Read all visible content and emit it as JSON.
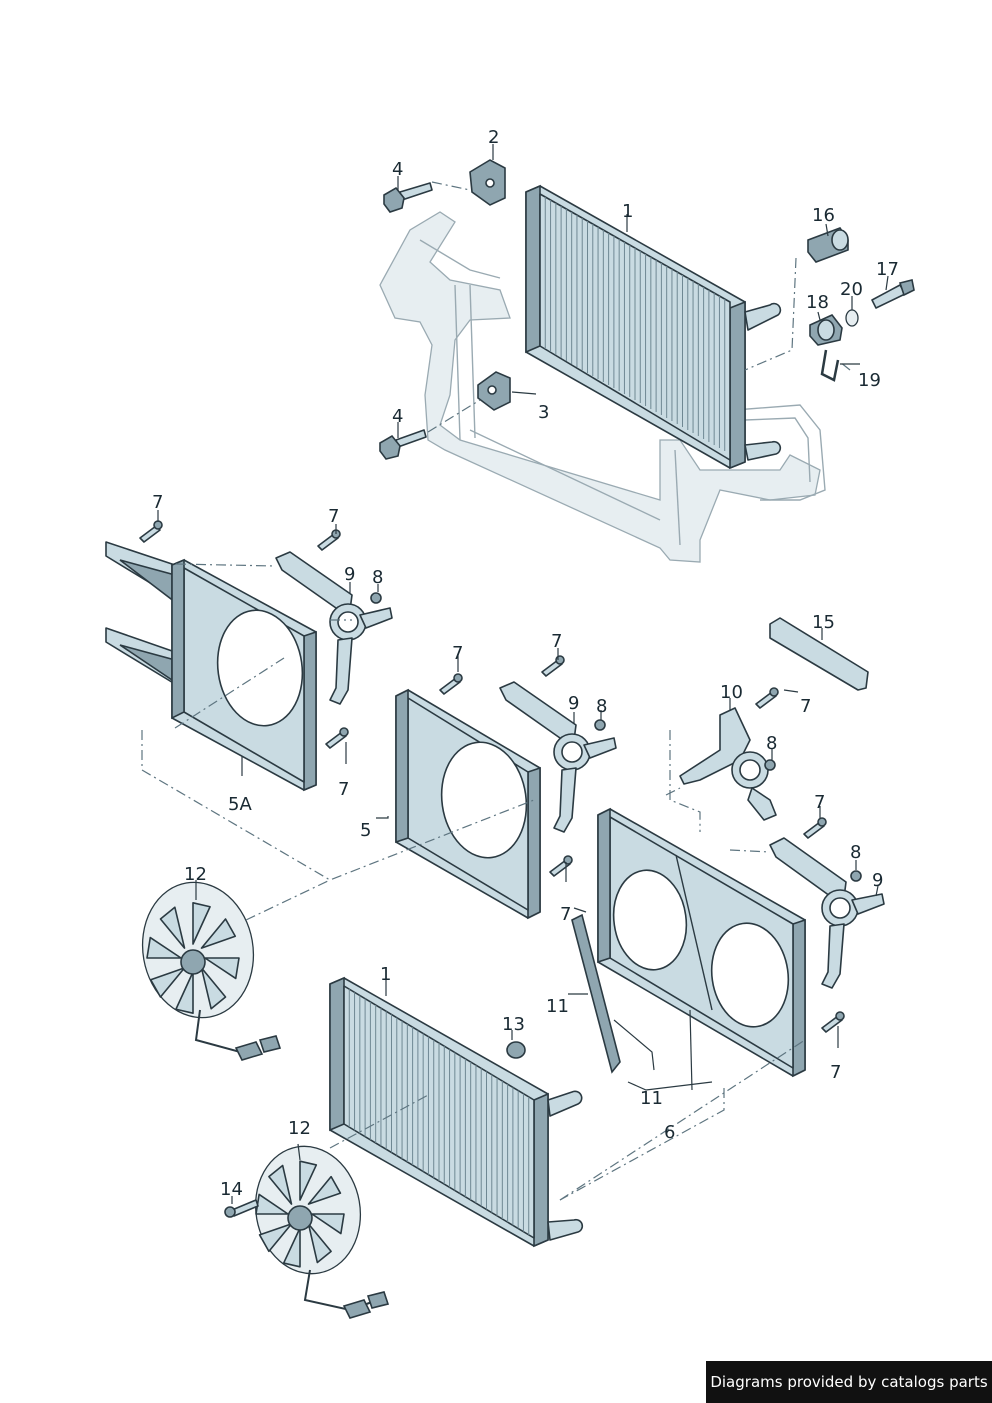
{
  "labels": {
    "l1a": "1",
    "l1b": "1",
    "l2": "2",
    "l3": "3",
    "l4a": "4",
    "l4b": "4",
    "l5": "5",
    "l5a": "5A",
    "l6": "6",
    "l7a": "7",
    "l7b": "7",
    "l7c": "7",
    "l7d": "7",
    "l7e": "7",
    "l7f": "7",
    "l7g": "7",
    "l7h": "7",
    "l7i": "7",
    "l8a": "8",
    "l8b": "8",
    "l8c": "8",
    "l8d": "8",
    "l9a": "9",
    "l9b": "9",
    "l9c": "9",
    "l10": "10",
    "l11a": "11",
    "l11b": "11",
    "l12a": "12",
    "l12b": "12",
    "l13": "13",
    "l14": "14",
    "l15": "15",
    "l16": "16",
    "l17": "17",
    "l18": "18",
    "l19": "19",
    "l20": "20"
  },
  "credit": "Diagrams provided by catalogs parts"
}
